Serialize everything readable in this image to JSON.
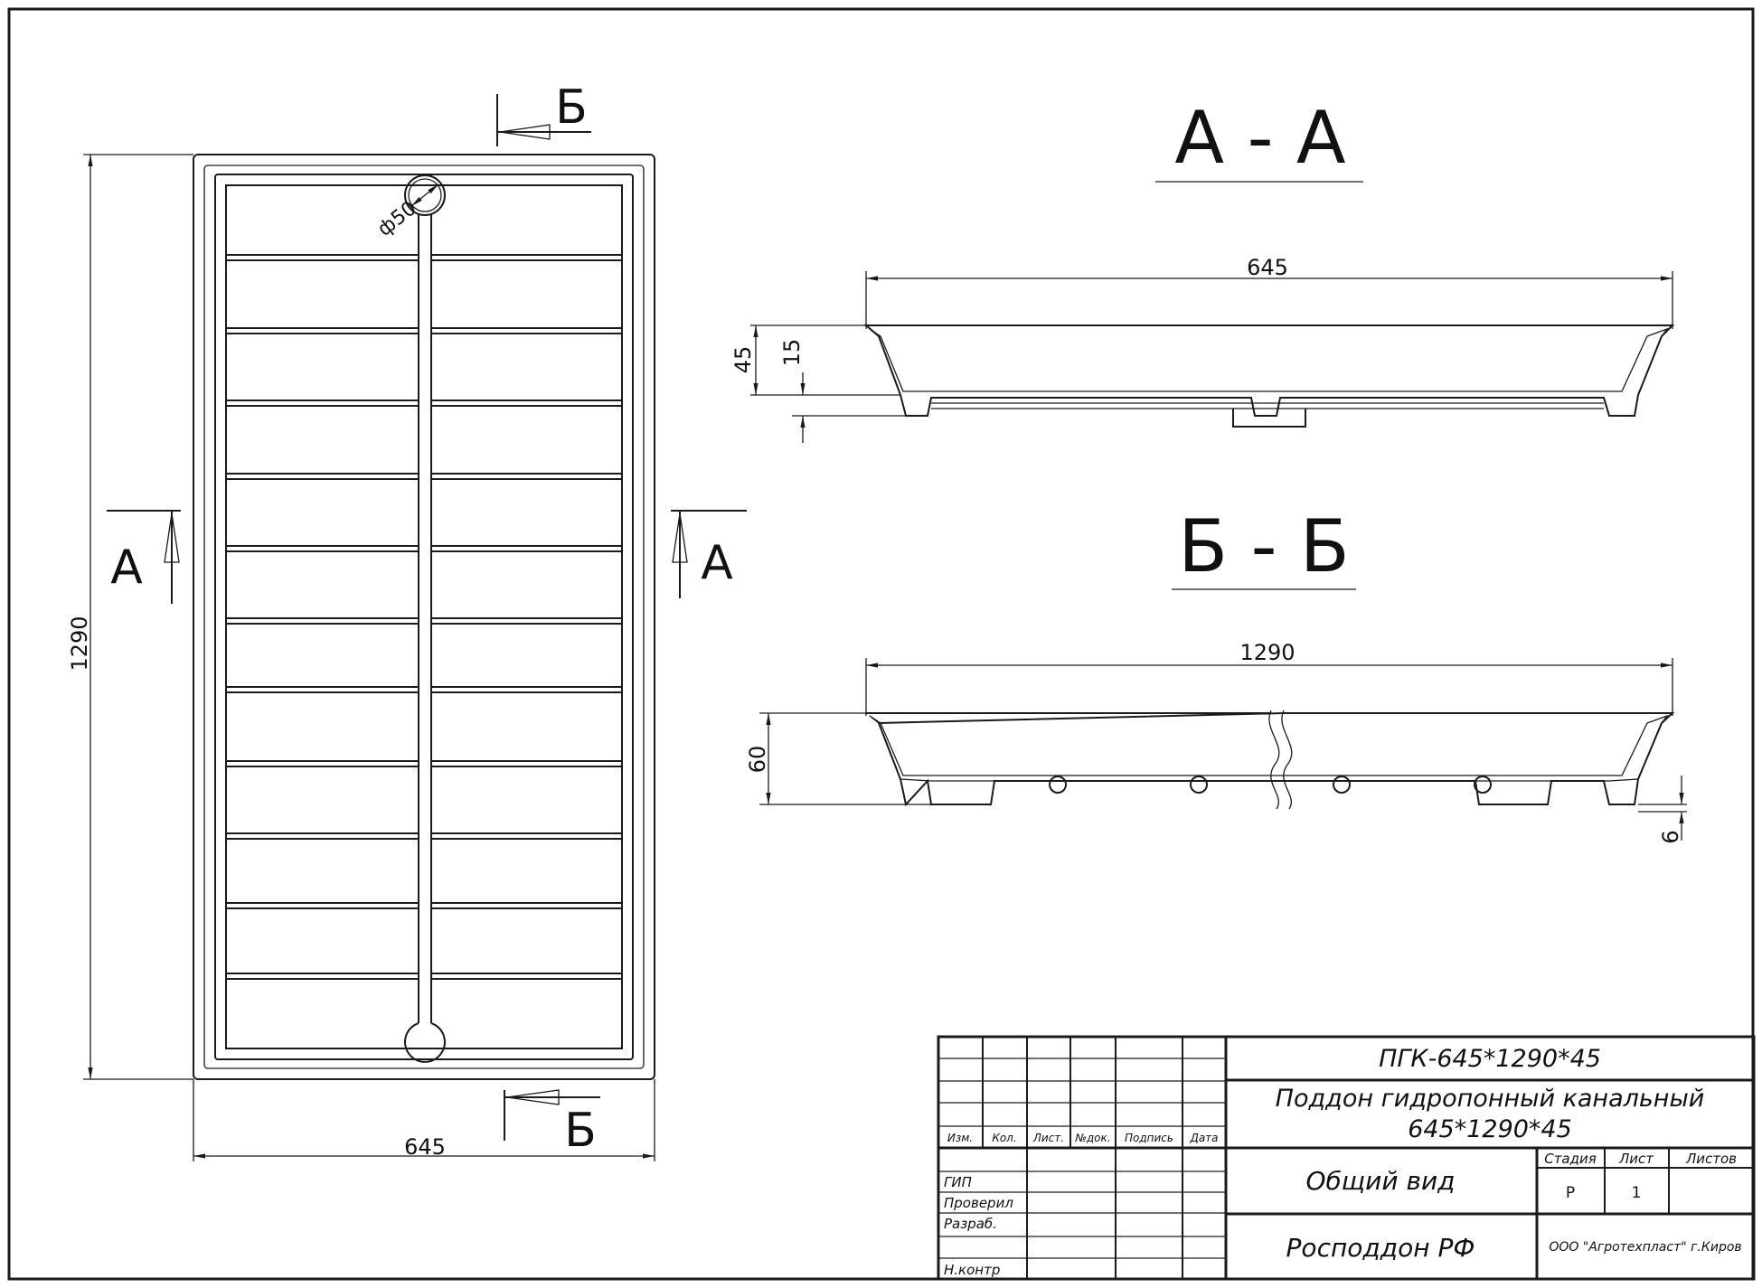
{
  "plan": {
    "dim_height": "1290",
    "dim_width": "645",
    "drain_diameter": "ф50",
    "cut_a_left": "А",
    "cut_a_right": "А",
    "cut_b_top": "Б",
    "cut_b_bottom": "Б"
  },
  "section_aa": {
    "title": "А - А",
    "dim_width": "645",
    "dim_height_total": "45",
    "dim_height_inner": "15"
  },
  "section_bb": {
    "title": "Б - Б",
    "dim_width": "1290",
    "dim_height": "60",
    "dim_foot": "6"
  },
  "title_block": {
    "code": "ПГК-645*1290*45",
    "name_line1": "Поддон гидропонный канальный",
    "name_line2": "645*1290*45",
    "view": "Общий вид",
    "company_short": "Росподдон РФ",
    "company_full": "ООО \"Агротехпласт\" г.Киров",
    "col_headers": [
      "Изм.",
      "Кол.",
      "Лист.",
      "№док.",
      "Подпись",
      "Дата"
    ],
    "role_gip": "ГИП",
    "role_checked": "Проверил",
    "role_developed": "Разраб.",
    "role_norm": "Н.контр",
    "stage_label": "Стадия",
    "sheet_label": "Лист",
    "sheets_label": "Листов",
    "stage_value": "Р",
    "sheet_value": "1",
    "sheets_value": ""
  }
}
